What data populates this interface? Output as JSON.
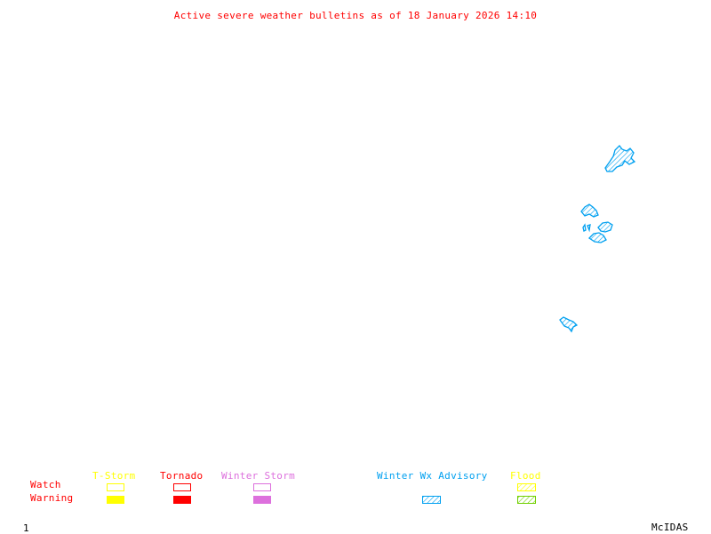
{
  "title": "Active severe weather bulletins as of 18 January 2026 14:10",
  "colors": {
    "title": "#ff0000",
    "row_label": "#ff0000",
    "tstorm": "#ffff00",
    "tornado": "#ff0000",
    "winter_storm": "#dd70dd",
    "winter_wx_advisory": "#00a0f0",
    "flood_watch": "#ffff00",
    "flood_warning": "#70d000",
    "footer": "#000000"
  },
  "legend": {
    "rows": {
      "watch": "Watch",
      "warning": "Warning"
    },
    "columns": [
      {
        "key": "tstorm",
        "label": "T-Storm",
        "watch": "outline",
        "warning": "filled"
      },
      {
        "key": "tornado",
        "label": "Tornado",
        "watch": "outline",
        "warning": "filled"
      },
      {
        "key": "winter_storm",
        "label": "Winter Storm",
        "watch": "outline",
        "warning": "filled"
      },
      {
        "key": "winter_wx_advisory",
        "label": "Winter Wx Advisory",
        "watch": "none",
        "warning": "hatched"
      },
      {
        "key": "flood",
        "label": "Flood",
        "watch": "hatched",
        "warning": "hatched"
      }
    ]
  },
  "regions": [
    {
      "name": "winter-wx-advisory-region-northeast",
      "type": "Winter Wx Advisory"
    },
    {
      "name": "winter-wx-advisory-region-mid-atlantic-1",
      "type": "Winter Wx Advisory"
    },
    {
      "name": "winter-wx-advisory-region-mid-atlantic-2",
      "type": "Winter Wx Advisory"
    },
    {
      "name": "winter-wx-advisory-region-mid-atlantic-3",
      "type": "Winter Wx Advisory"
    },
    {
      "name": "winter-wx-advisory-region-southeast",
      "type": "Winter Wx Advisory"
    }
  ],
  "footer": {
    "frame_number": "1",
    "brand": "McIDAS"
  }
}
